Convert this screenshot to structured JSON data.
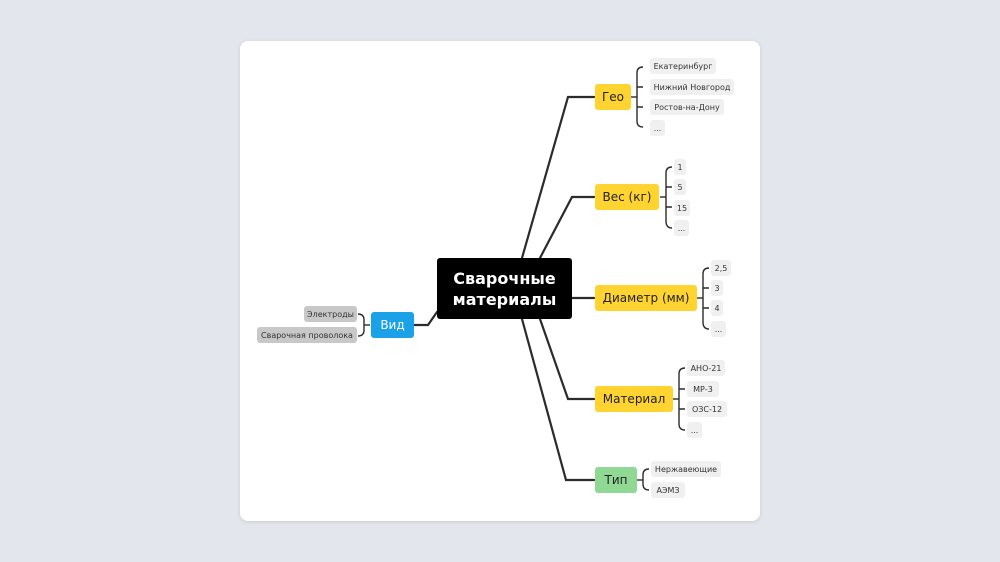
{
  "central": "Сварочные\nматериалы",
  "left_branch": {
    "label": "Вид",
    "color": "#1ba1e8",
    "items": [
      "Электроды",
      "Сварочная проволока"
    ]
  },
  "branches": [
    {
      "label": "Гео",
      "color": "#ffd330",
      "items": [
        "Екатеринбург",
        "Нижний Новгород",
        "Ростов-на-Дону",
        "..."
      ]
    },
    {
      "label": "Вес (кг)",
      "color": "#ffd330",
      "items": [
        "1",
        "5",
        "15",
        "..."
      ]
    },
    {
      "label": "Диаметр (мм)",
      "color": "#ffd330",
      "items": [
        "2,5",
        "3",
        "4",
        "..."
      ]
    },
    {
      "label": "Материал",
      "color": "#ffd330",
      "items": [
        "АНО-21",
        "МР-3",
        "ОЗС-12",
        "..."
      ]
    },
    {
      "label": "Тип",
      "color": "#8fd994",
      "items": [
        "Нержавеющие",
        "АЭМЗ"
      ]
    }
  ]
}
